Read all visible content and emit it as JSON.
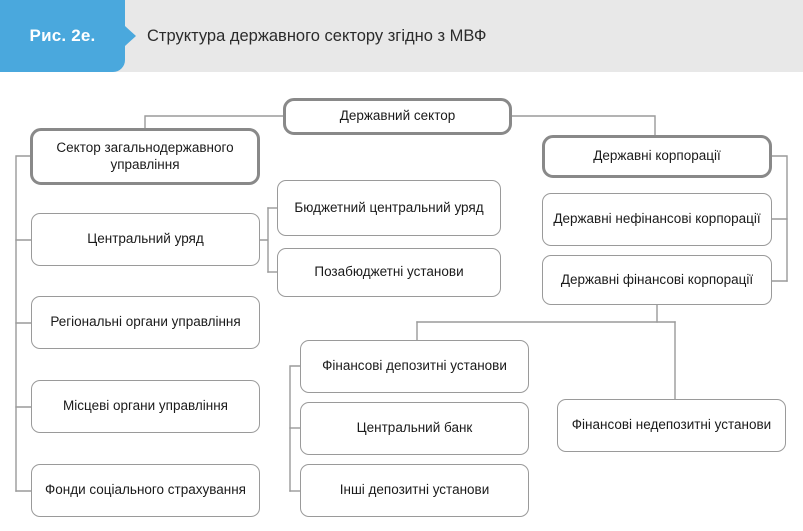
{
  "header": {
    "figure_tag": "Рис. 2е.",
    "title": "Структура державного сектору згідно з МВФ",
    "tab_color": "#4aa8dd",
    "band_color": "#e8e8e8"
  },
  "diagram": {
    "type": "hierarchy-tree",
    "line_color": "#9a9a9a",
    "node_border_thin": "#9a9a9a",
    "node_border_thick": "#898989",
    "nodes": [
      {
        "id": "public-sector",
        "label": "Державний сектор",
        "emphasis": "thick",
        "level": 0
      },
      {
        "id": "general-government",
        "label": "Сектор загальнодержавного управління",
        "emphasis": "thick",
        "level": 1
      },
      {
        "id": "public-corporations",
        "label": "Державні корпорації",
        "emphasis": "thick",
        "level": 1
      },
      {
        "id": "central-government",
        "label": "Центральний уряд",
        "emphasis": "thin",
        "level": 2
      },
      {
        "id": "regional-government",
        "label": "Регіональні органи управління",
        "emphasis": "thin",
        "level": 2
      },
      {
        "id": "local-government",
        "label": "Місцеві органи управління",
        "emphasis": "thin",
        "level": 2
      },
      {
        "id": "social-security-funds",
        "label": "Фонди соціального страхування",
        "emphasis": "thin",
        "level": 2
      },
      {
        "id": "budgetary-central-gov",
        "label": "Бюджетний центральний уряд",
        "emphasis": "thin",
        "level": 3
      },
      {
        "id": "extrabudgetary-units",
        "label": "Позабюджетні установи",
        "emphasis": "thin",
        "level": 3
      },
      {
        "id": "public-nonfinancial",
        "label": "Державні нефінансові корпорації",
        "emphasis": "thin",
        "level": 2
      },
      {
        "id": "public-financial",
        "label": "Державні фінансові корпорації",
        "emphasis": "thin",
        "level": 2
      },
      {
        "id": "financial-depository",
        "label": "Фінансові депозитні установи",
        "emphasis": "thin",
        "level": 3
      },
      {
        "id": "central-bank",
        "label": "Центральний банк",
        "emphasis": "thin",
        "level": 4
      },
      {
        "id": "other-depository",
        "label": "Інші депозитні установи",
        "emphasis": "thin",
        "level": 4
      },
      {
        "id": "financial-nondepository",
        "label": "Фінансові недепозитні установи",
        "emphasis": "thin",
        "level": 3
      }
    ],
    "edges": [
      {
        "from": "public-sector",
        "to": "general-government"
      },
      {
        "from": "public-sector",
        "to": "public-corporations"
      },
      {
        "from": "general-government",
        "to": "central-government"
      },
      {
        "from": "general-government",
        "to": "regional-government"
      },
      {
        "from": "general-government",
        "to": "local-government"
      },
      {
        "from": "general-government",
        "to": "social-security-funds"
      },
      {
        "from": "central-government",
        "to": "budgetary-central-gov"
      },
      {
        "from": "central-government",
        "to": "extrabudgetary-units"
      },
      {
        "from": "public-corporations",
        "to": "public-nonfinancial"
      },
      {
        "from": "public-corporations",
        "to": "public-financial"
      },
      {
        "from": "public-financial",
        "to": "financial-depository"
      },
      {
        "from": "public-financial",
        "to": "financial-nondepository"
      },
      {
        "from": "financial-depository",
        "to": "central-bank"
      },
      {
        "from": "financial-depository",
        "to": "other-depository"
      }
    ]
  }
}
